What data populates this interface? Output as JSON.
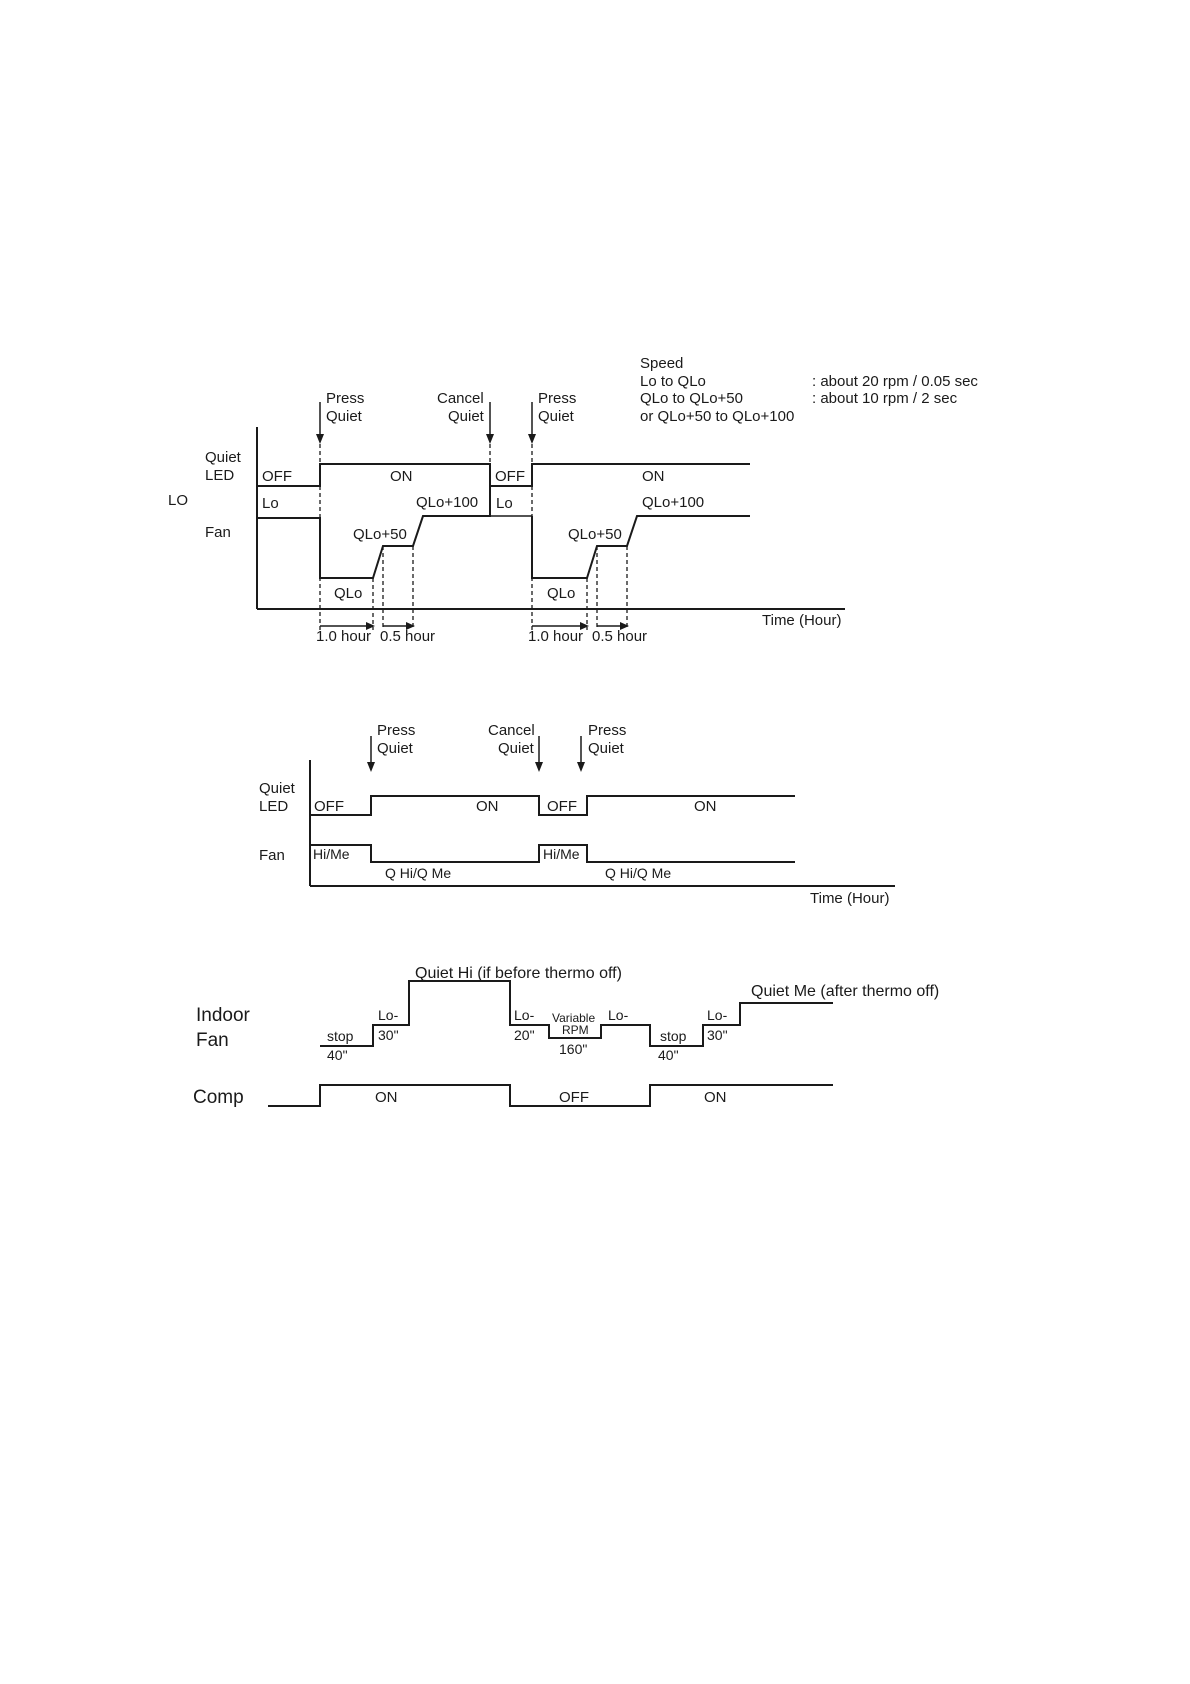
{
  "diagram1": {
    "speed_header": "Speed",
    "speed_rows": [
      {
        "label": "Lo to QLo",
        "value": ": about 20 rpm / 0.05 sec"
      },
      {
        "label": "QLo to QLo+50",
        "value": ": about 10 rpm / 2 sec"
      },
      {
        "label": "or QLo+50 to QLo+100",
        "value": ""
      }
    ],
    "press_line1": "Press",
    "press_line2": "Quiet",
    "cancel_line1": "Cancel",
    "cancel_line2": "Quiet",
    "quiet_led_line1": "Quiet",
    "quiet_led_line2": "LED",
    "fan_label": "Fan",
    "lo_side_label": "LO",
    "off_label": "OFF",
    "on_label": "ON",
    "lo_label": "Lo",
    "qlo100": "QLo+100",
    "qlo50": "QLo+50",
    "qlo": "QLo",
    "one_hour": "1.0 hour",
    "half_hour": "0.5 hour",
    "time_axis": "Time (Hour)"
  },
  "diagram2": {
    "press_line1": "Press",
    "press_line2": "Quiet",
    "cancel_line1": "Cancel",
    "cancel_line2": "Quiet",
    "quiet_led_line1": "Quiet",
    "quiet_led_line2": "LED",
    "fan_label": "Fan",
    "off_label": "OFF",
    "on_label": "ON",
    "hime": "Hi/Me",
    "qhi_qme": "Q Hi/Q Me",
    "time_axis": "Time (Hour)"
  },
  "diagram3": {
    "indoor_line1": "Indoor",
    "indoor_line2": "Fan",
    "comp_label": "Comp",
    "quiet_hi": "Quiet Hi (if before thermo off)",
    "quiet_me": "Quiet Me (after thermo off)",
    "stop": "stop",
    "t40": "40\"",
    "lo_dash": "Lo-",
    "t30": "30\"",
    "t20": "20\"",
    "variable": "Variable",
    "rpm": "RPM",
    "t160": "160\"",
    "on_label": "ON",
    "off_label": "OFF"
  }
}
